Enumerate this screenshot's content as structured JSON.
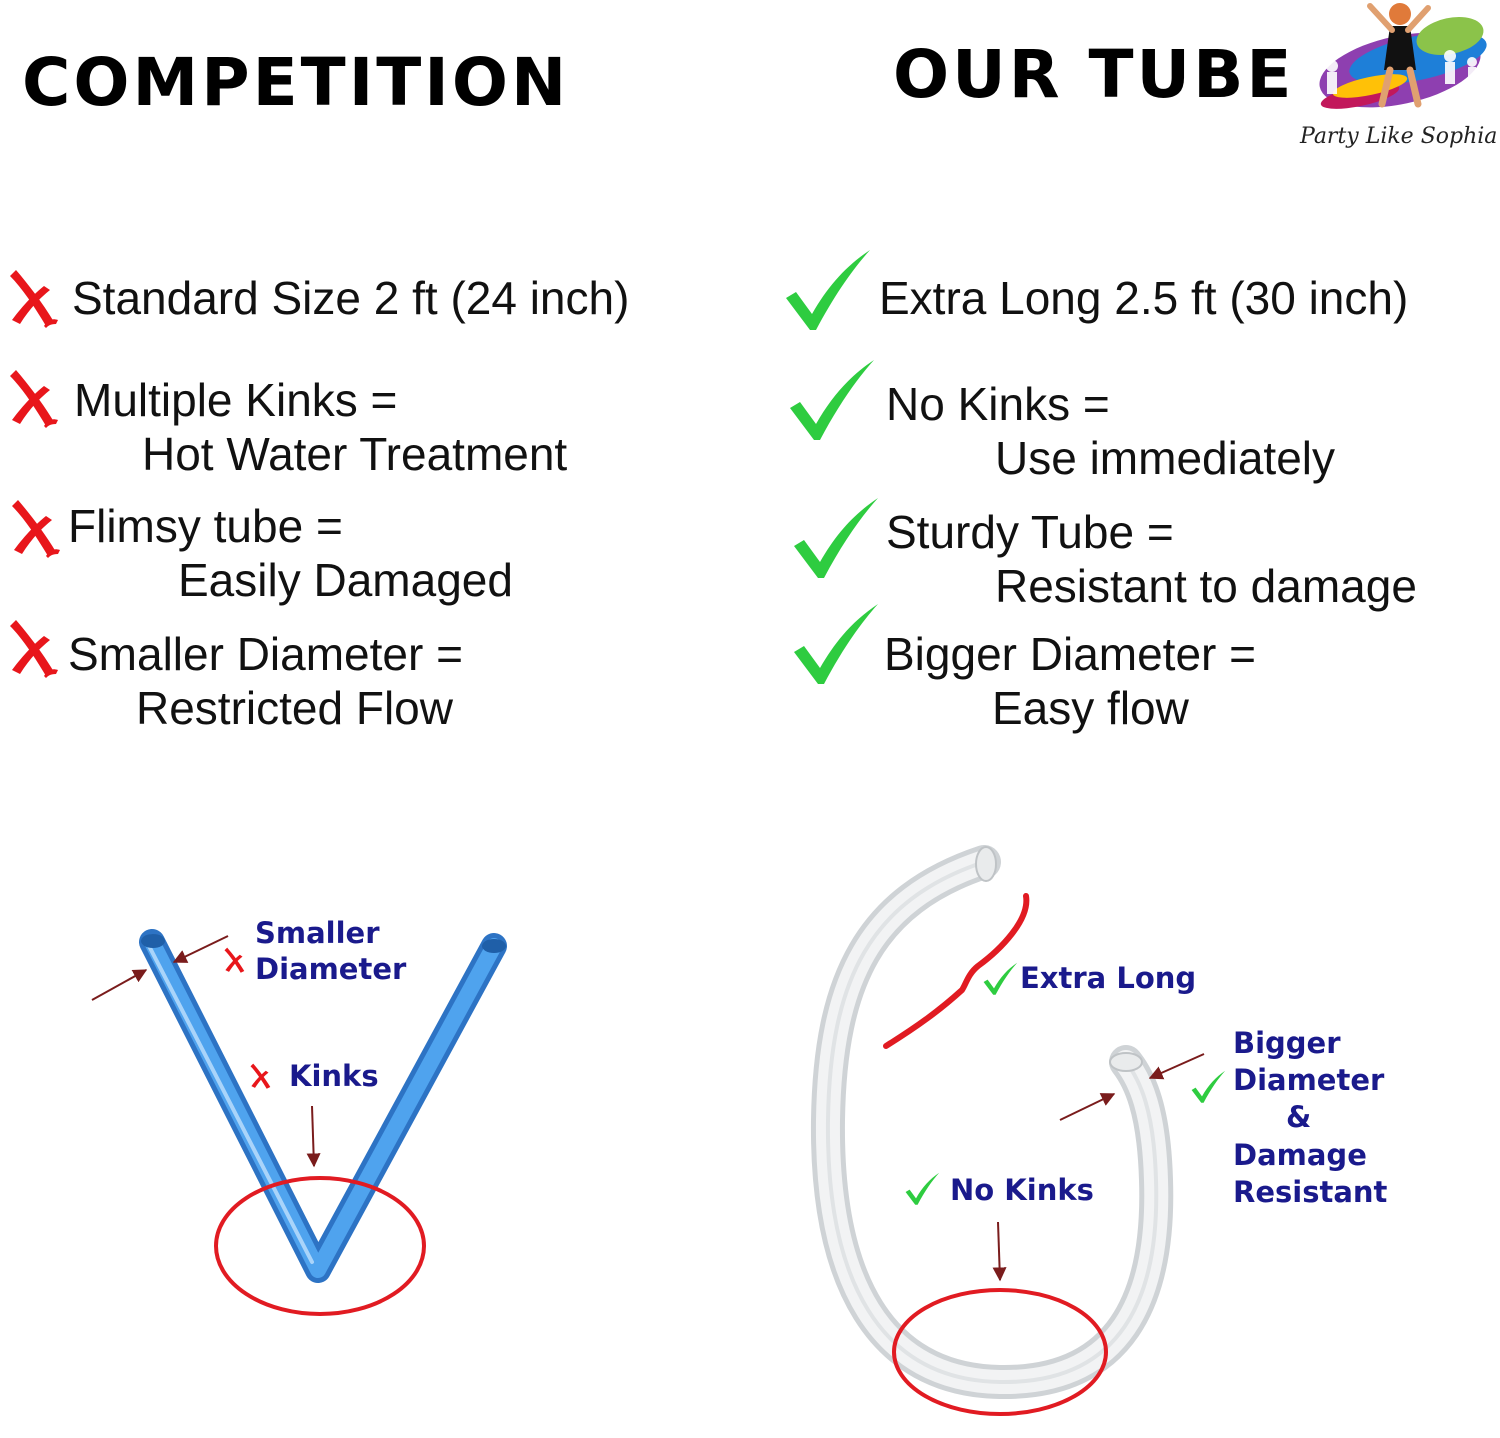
{
  "competition": {
    "heading": "COMPETITION",
    "features": [
      {
        "line1": "Standard Size 2 ft (24 inch)",
        "line2": ""
      },
      {
        "line1": "Multiple Kinks =",
        "line2": "Hot Water Treatment"
      },
      {
        "line1": "Flimsy tube =",
        "line2": "Easily Damaged"
      },
      {
        "line1": "Smaller Diameter =",
        "line2": "Restricted Flow"
      }
    ],
    "labels": {
      "diameter_line1": "Smaller",
      "diameter_line2": "Diameter",
      "kinks": "Kinks"
    }
  },
  "ours": {
    "heading": "OUR TUBE",
    "features": [
      {
        "line1": "Extra Long 2.5 ft (30 inch)",
        "line2": ""
      },
      {
        "line1": "No Kinks =",
        "line2": "Use immediately"
      },
      {
        "line1": "Sturdy Tube  =",
        "line2": "Resistant to damage"
      },
      {
        "line1": "Bigger Diameter =",
        "line2": "Easy flow"
      }
    ],
    "labels": {
      "extra_long": "Extra Long",
      "bigger_line1": "Bigger",
      "bigger_line2": "Diameter",
      "bigger_line3": "&",
      "bigger_line4": "Damage",
      "bigger_line5": "Resistant",
      "no_kinks": "No Kinks"
    }
  },
  "brand": {
    "logo_text": "Party Like Sophia"
  },
  "icons": {
    "bad": "red-x-icon",
    "good": "green-check-icon"
  },
  "colors": {
    "bad": "#e8161b",
    "good": "#2ecc40",
    "label": "#1a1a8c",
    "arrow": "#7a1c1c",
    "competitor_tube": "#3d8fe0",
    "our_tube": "#e6e8ea"
  }
}
